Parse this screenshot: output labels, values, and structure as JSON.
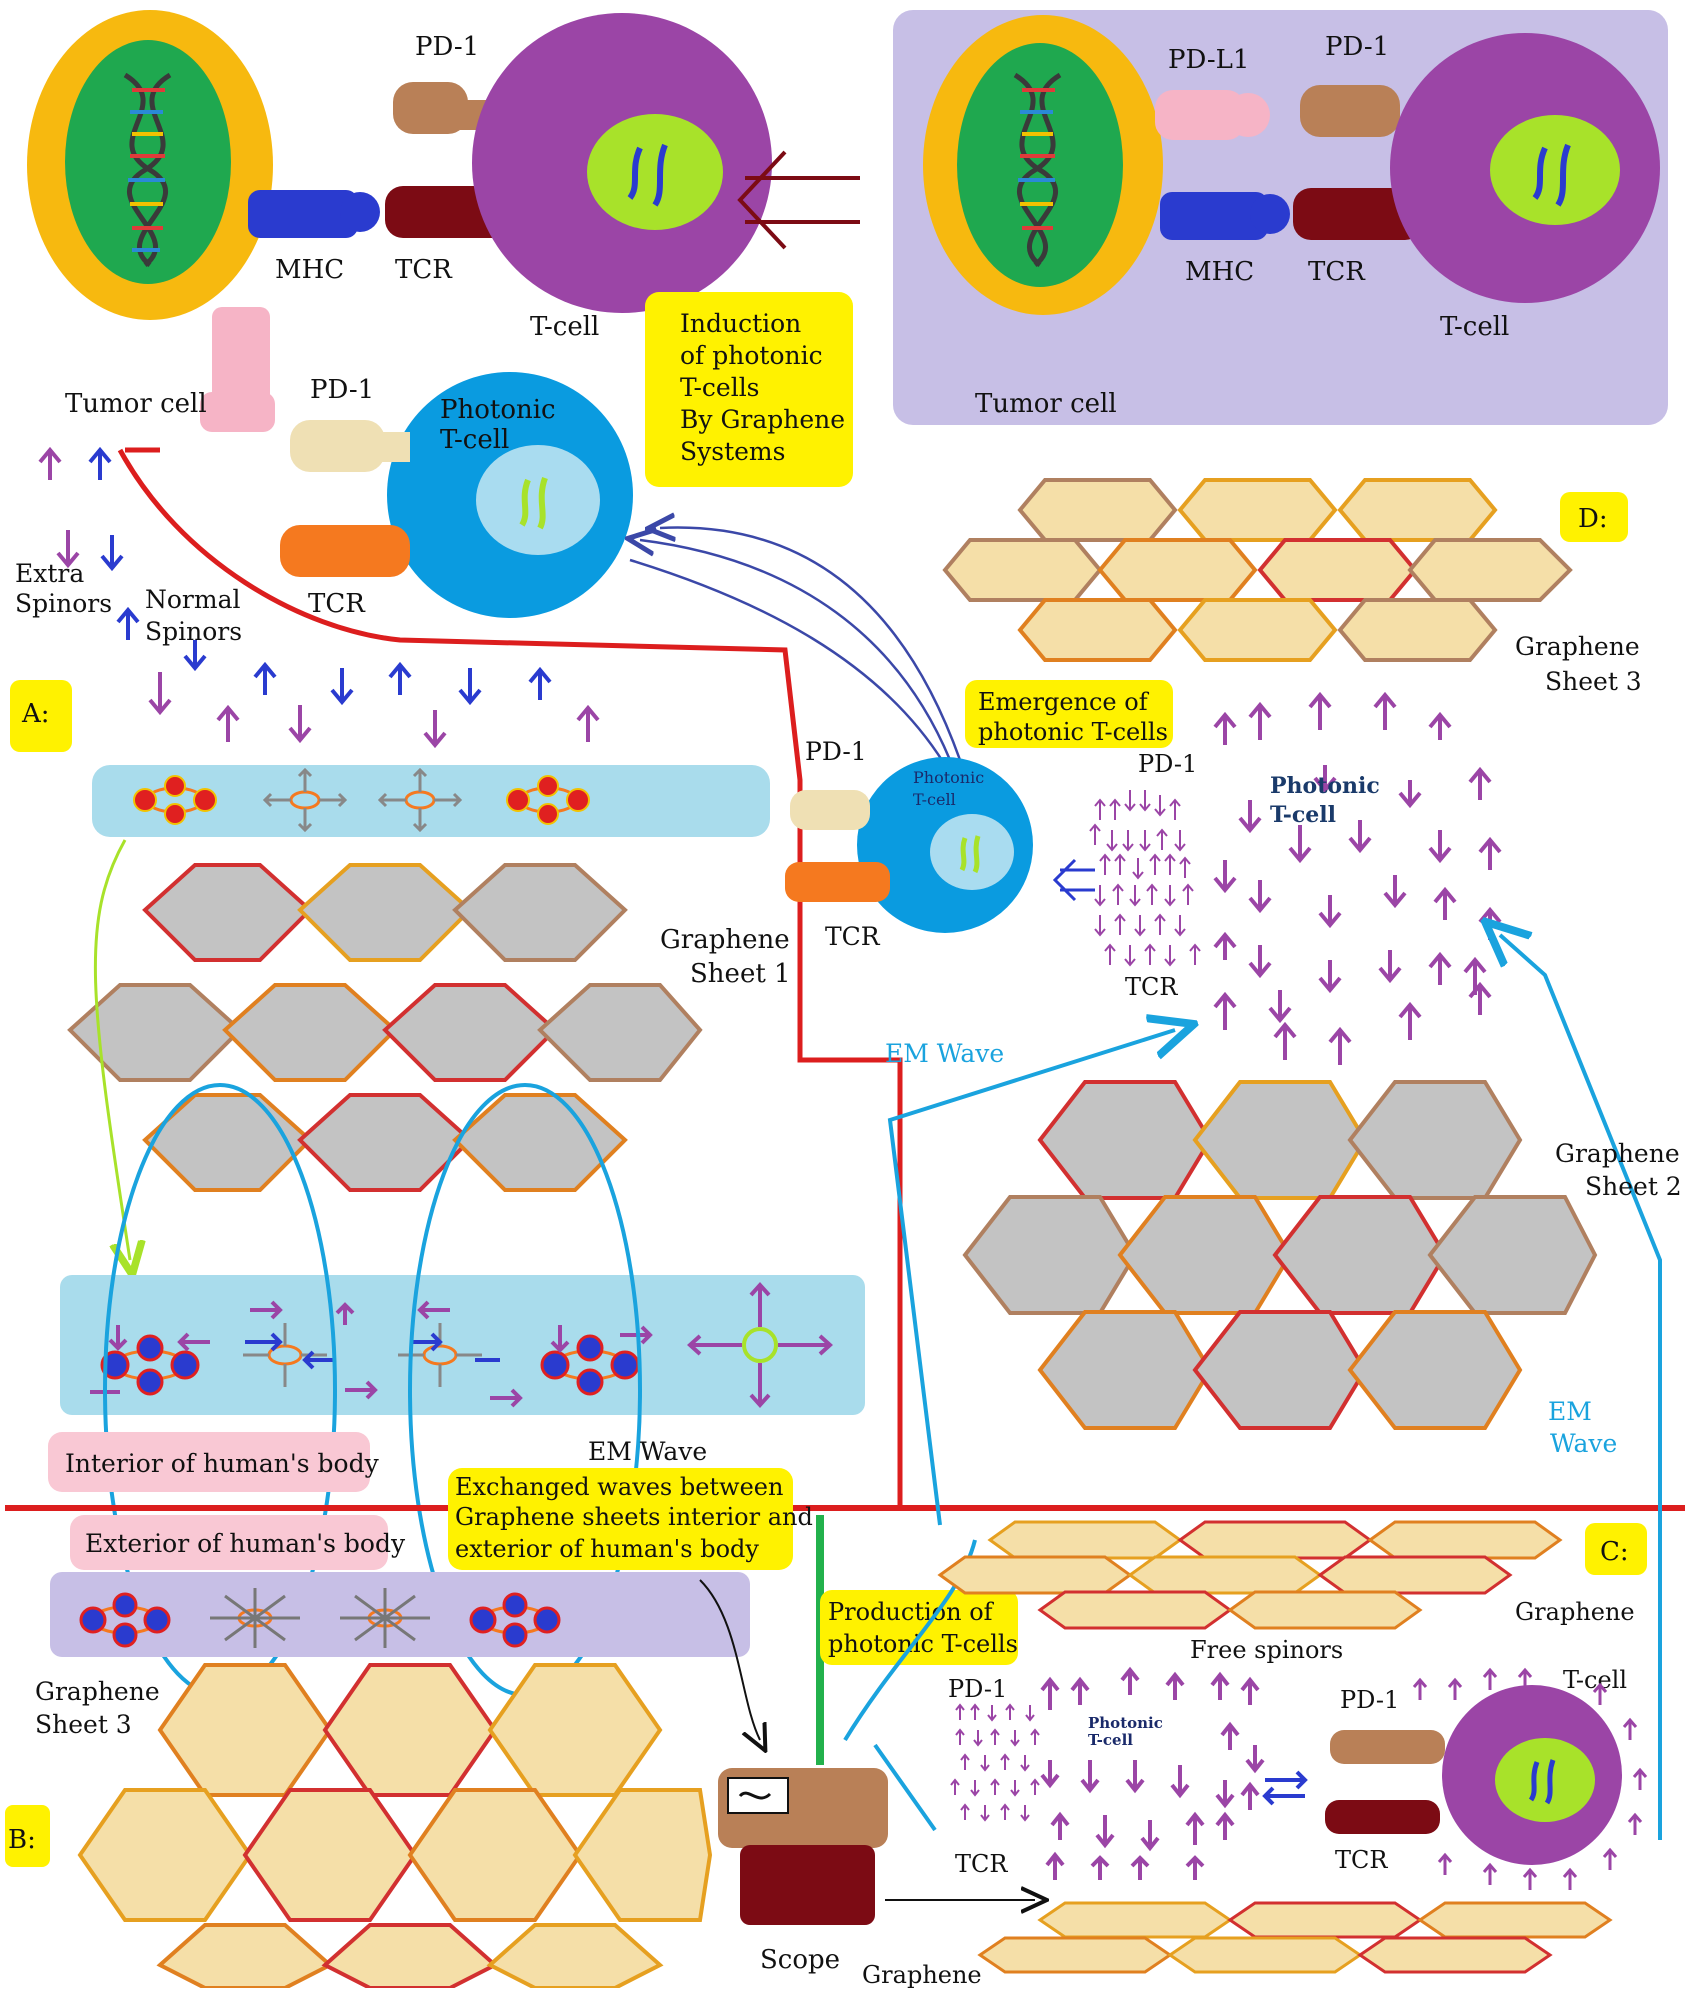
{
  "top_left": {
    "pd1": "PD-1",
    "mhc": "MHC",
    "tcr": "TCR",
    "tcell": "T-cell",
    "tumor": "Tumor cell"
  },
  "top_right": {
    "pdl1": "PD-L1",
    "pd1": "PD-1",
    "mhc": "MHC",
    "tcr": "TCR",
    "tcell": "T-cell",
    "tumor": "Tumor cell"
  },
  "photonic_big": {
    "pd1": "PD-1",
    "tcr": "TCR",
    "name": [
      "Photonic",
      "T-cell"
    ]
  },
  "induction_box": [
    "Induction",
    "of photonic",
    "T-cells",
    "By Graphene",
    "Systems"
  ],
  "spinors": {
    "extra": [
      "Extra",
      "Spinors"
    ],
    "normal": [
      "Normal",
      "Spinors"
    ]
  },
  "panel_labels": {
    "a": "A:",
    "b": "B:",
    "c": "C:",
    "d": "D:"
  },
  "graphene_sheet1": [
    "Graphene",
    "Sheet 1"
  ],
  "graphene_sheet2": [
    "Graphene",
    "Sheet 2"
  ],
  "graphene_sheet3_top": [
    "Graphene",
    "Sheet  3"
  ],
  "graphene_sheet3_bottom": [
    "Graphene",
    "Sheet  3"
  ],
  "emergence_box": [
    "Emergence of",
    "photonic T-cells"
  ],
  "photonic_mid": {
    "pd1": "PD-1",
    "tcr": "TCR",
    "name": [
      "Photonic",
      "T-cell"
    ]
  },
  "photonic_d": {
    "pd1": "PD-1",
    "tcr": "TCR",
    "name": [
      "Photonic",
      "T-cell"
    ]
  },
  "em_wave_1": "EM Wave",
  "em_wave_2": [
    "EM",
    "Wave"
  ],
  "em_wave_3": "EM Wave",
  "interior_label": "Interior of human's body",
  "exterior_label": "Exterior of human's body",
  "exchanged_box": [
    "Exchanged waves between",
    "Graphene sheets interior and",
    "exterior of human's body"
  ],
  "production_box": [
    "Production of",
    "photonic T-cells"
  ],
  "panel_c": {
    "graphene_top": "Graphene",
    "graphene_bottom": "Graphene",
    "free_spinors": "Free spinors",
    "pd1_left": "PD-1",
    "tcr_left": "TCR",
    "photonic": [
      "Photonic",
      "T-cell"
    ],
    "pd1_right": "PD-1",
    "tcr_right": "TCR",
    "tcell": "T-cell"
  },
  "scope": "Scope",
  "colors": {
    "tumor_outer": "#f7b90f",
    "nucleus": "#1fa84f",
    "tcell": "#9b45a6",
    "tcell_core": "#a8e22a",
    "photonic": "#0a9be0",
    "photonic_core": "#a9dcf0",
    "mhc": "#2a3bcf",
    "tcr": "#7c0b14",
    "pd1": "#b98057",
    "pdl1": "#f6b4c6",
    "pd1_pale": "#efe0b4",
    "tcr_orange": "#f5791f",
    "red_line": "#dc1e1e",
    "em_blue": "#1aa3de",
    "yellow_box": "#fff200",
    "pink_box": "#f9c8d4",
    "lavender": "#c7bfe6",
    "spinor_purple": "#9b45a6",
    "spinor_blue": "#2a3bcf",
    "hex_grey": "#c3c3c3",
    "hex_tan": "#f5dfa8"
  }
}
